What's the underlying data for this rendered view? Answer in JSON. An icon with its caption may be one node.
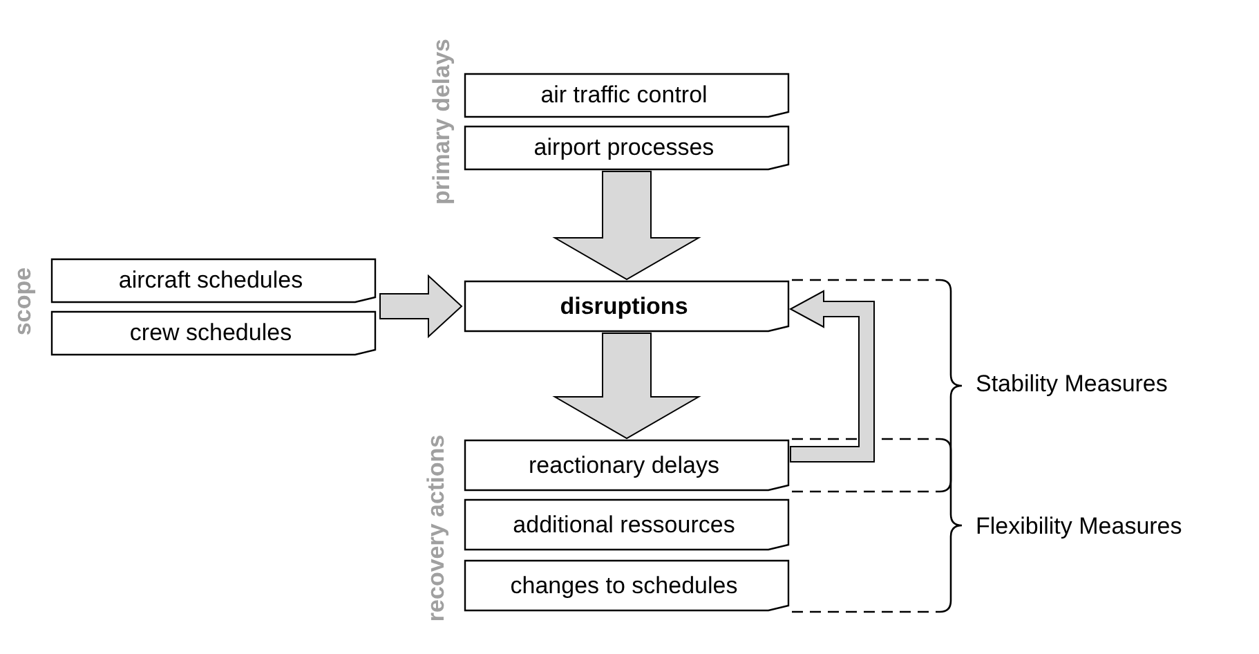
{
  "diagram": {
    "nodes": [
      {
        "text": [
          "air traffic control"
        ]
      },
      {
        "text": [
          "airport processes"
        ]
      },
      {
        "text": [
          "aircraft schedules"
        ]
      },
      {
        "text": [
          "crew schedules"
        ]
      },
      {
        "text": [
          "disruptions"
        ]
      },
      {
        "text": [
          "reactionary delays"
        ]
      },
      {
        "text": [
          "additional ressources"
        ]
      },
      {
        "text": [
          "changes to schedules"
        ]
      }
    ],
    "edges": [
      {
        "from": 1,
        "to": 4,
        "arrow": "to"
      },
      {
        "from": 2,
        "to": 4,
        "arrow": "to"
      },
      {
        "from": 3,
        "to": 4,
        "arrow": "to"
      },
      {
        "from": 4,
        "to": 5,
        "arrow": "to"
      },
      {
        "from": 5,
        "to": 4,
        "arrow": "to"
      }
    ],
    "labels": [
      "primary delays",
      "scope",
      "Stability Measures",
      "recovery actions",
      "Flexibility Measures"
    ]
  }
}
